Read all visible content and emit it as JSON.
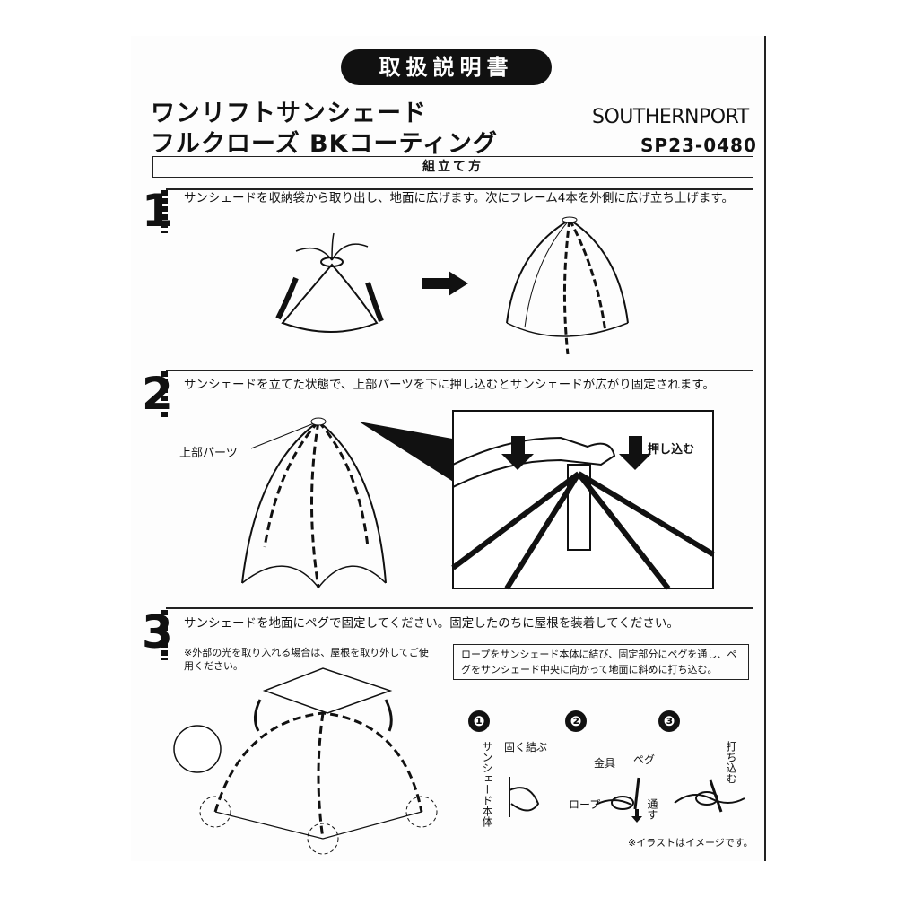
{
  "header": {
    "badge": "取扱説明書",
    "title_line1": "ワンリフトサンシェード",
    "title_line2": "フルクローズ BKコーティング",
    "brand": "SOUTHERNPORT",
    "model": "SP23-0480"
  },
  "section": {
    "title": "組立て方"
  },
  "steps": [
    {
      "num": "1",
      "text": "サンシェードを収納袋から取り出し、地面に広げます。次にフレーム4本を外側に広げ立ち上げます。"
    },
    {
      "num": "2",
      "text": "サンシェードを立てた状態で、上部パーツを下に押し込むとサンシェードが広がり固定されます。",
      "label_top_part": "上部パーツ",
      "label_push": "押し込む"
    },
    {
      "num": "3",
      "text": "サンシェードを地面にペグで固定してください。固定したのちに屋根を装着してください。",
      "note": "※外部の光を取り入れる場合は、屋根を取り外してご使用ください。",
      "peg_box": "ロープをサンシェード本体に結び、固定部分にペグを通し、ペグをサンシェード中央に向かって地面に斜めに打ち込む。",
      "sub": [
        {
          "mark": "❶",
          "label_body": "サンシェード本体",
          "label_tie": "固く結ぶ"
        },
        {
          "mark": "❷",
          "label_metal": "金具",
          "label_peg": "ペグ",
          "label_rope": "ロープ",
          "label_pass": "通す"
        },
        {
          "mark": "❸",
          "label_drive": "打ち込む"
        }
      ],
      "disclaimer": "※イラストはイメージです。"
    }
  ]
}
